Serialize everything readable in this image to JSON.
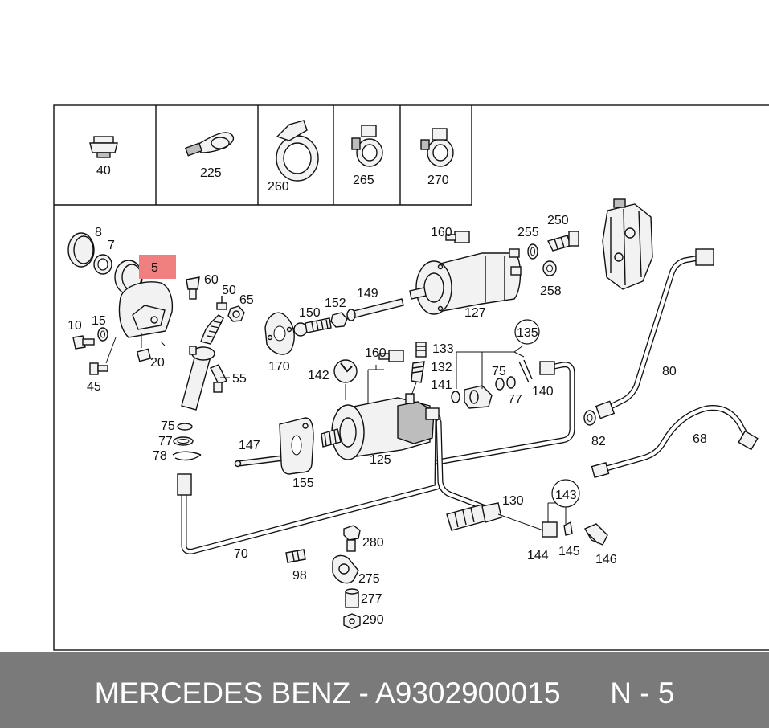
{
  "highlight_color": "#f08080",
  "footer_color": "#7a7a7a",
  "top_parts": [
    "40",
    "225",
    "260",
    "265",
    "270"
  ],
  "labels": {
    "p5": "5",
    "p8": "8",
    "p7": "7",
    "p10": "10",
    "p15": "15",
    "p20": "20",
    "p45": "45",
    "p60": "60",
    "p50": "50",
    "p65": "65",
    "p55": "55",
    "p75a": "75",
    "p77a": "77",
    "p78": "78",
    "p147": "147",
    "p155": "155",
    "p70": "70",
    "p150": "150",
    "p152": "152",
    "p149": "149",
    "p170": "170",
    "p160a": "160",
    "p127": "127",
    "p255": "255",
    "p250": "250",
    "p258": "258",
    "p142": "142",
    "p160b": "160",
    "p133": "133",
    "p132": "132",
    "p141": "141",
    "p125": "125",
    "p135": "135",
    "p75b": "75",
    "p77b": "77",
    "p140": "140",
    "p80": "80",
    "p82": "82",
    "p68": "68",
    "p130": "130",
    "p143": "143",
    "p144": "144",
    "p145": "145",
    "p146": "146",
    "p280": "280",
    "p98": "98",
    "p275": "275",
    "p277": "277",
    "p290": "290"
  },
  "footer": {
    "brand": "MERCEDES BENZ",
    "separator1": " - ",
    "part_number": "A9302900015",
    "gap": "      ",
    "position_prefix": "N - ",
    "position_number": "5"
  }
}
